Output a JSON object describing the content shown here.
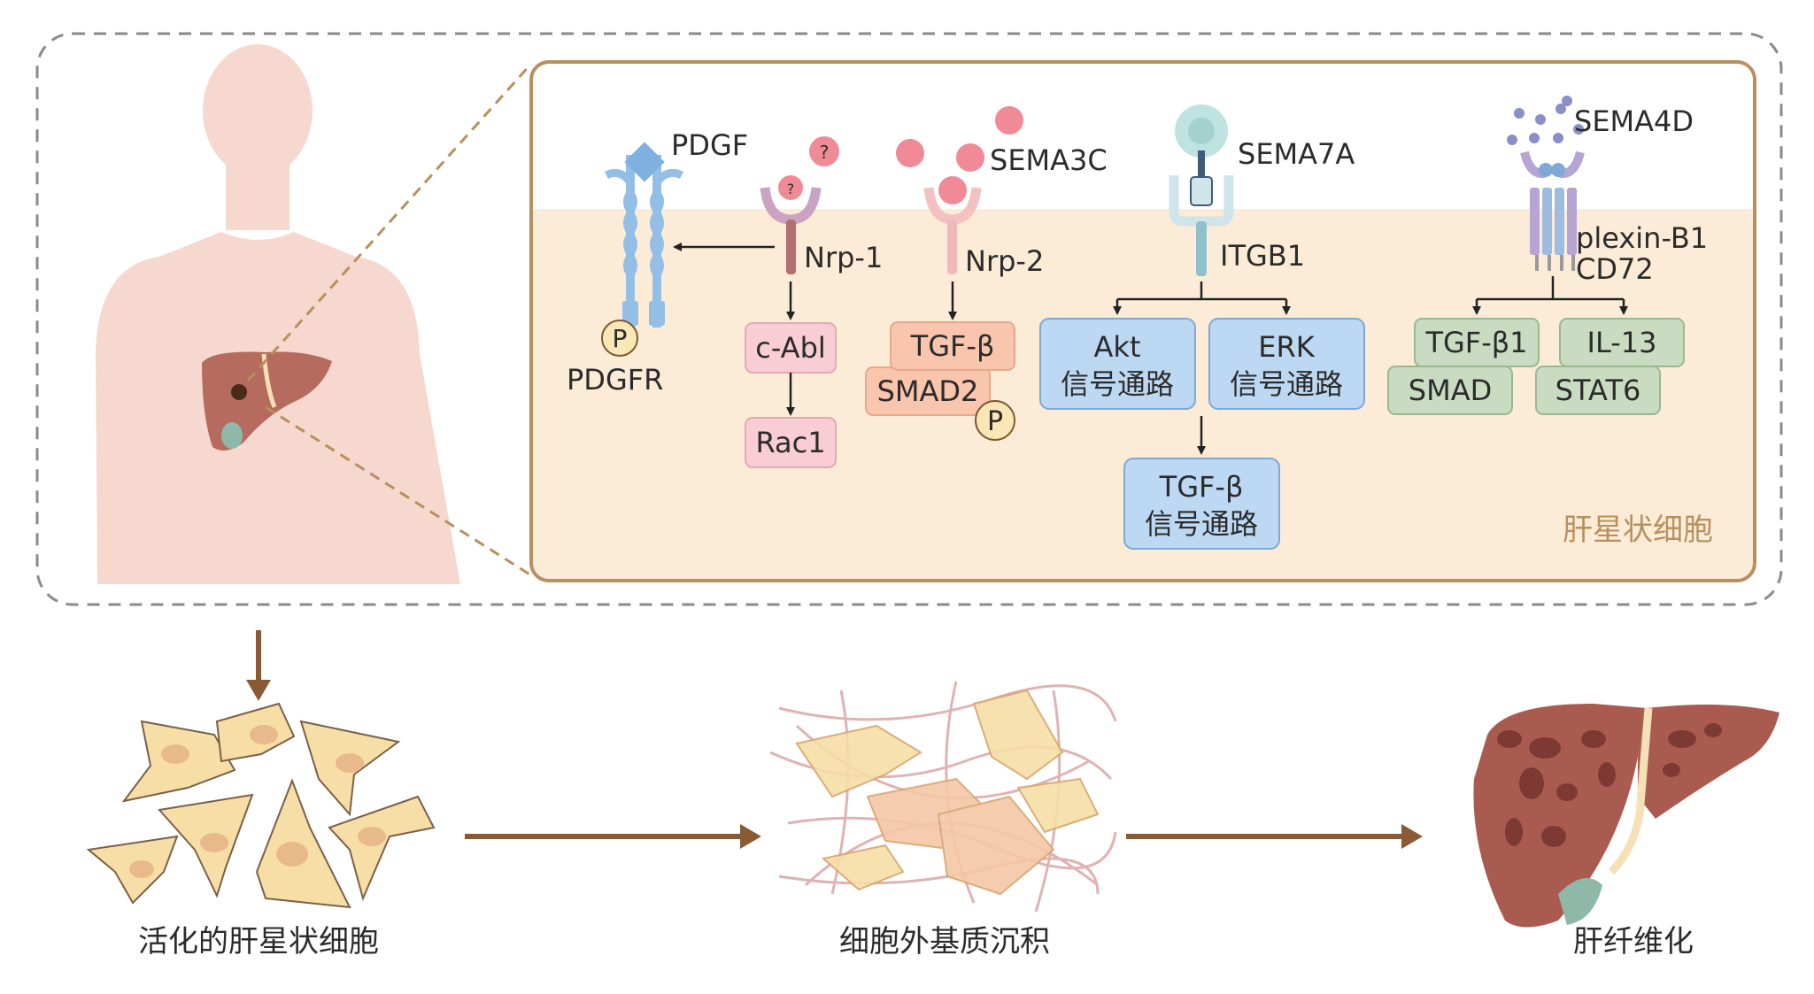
{
  "colors": {
    "skin": "#f6d8cf",
    "panel_bg": "#fcecd7",
    "panel_border": "#b8905e",
    "brown_arrow": "#8a5a35",
    "blue_receptor": "#93bfe6",
    "pink_box": "#f8cdd3",
    "orange_box": "#f9c5ac",
    "blue_box": "#bcd8f2",
    "green_box": "#c9dcc2",
    "cell_fill": "#f7dea7",
    "liver": "#a95b4f"
  },
  "icons": [
    "human-silhouette",
    "liver-icon",
    "stellate-cell-icon",
    "fibrotic-liver-icon",
    "phosphate-icon",
    "unknown-ligand-icon"
  ],
  "receptors": {
    "pdgf": "PDGF",
    "pdgfr": "PDGFR",
    "nrp1": "Nrp-1",
    "nrp2": "Nrp-2",
    "sema3c": "SEMA3C",
    "sema7a": "SEMA7A",
    "itgb1": "ITGB1",
    "sema4d": "SEMA4D",
    "plexin_b1": "plexin-B1",
    "cd72": "CD72",
    "p": "P",
    "q": "?"
  },
  "boxes": {
    "cabl": "c-Abl",
    "rac1": "Rac1",
    "tgfb": "TGF-β",
    "smad2": "SMAD2",
    "akt_1": "Akt",
    "akt_2": "信号通路",
    "erk_1": "ERK",
    "erk_2": "信号通路",
    "tgfb_path_1": "TGF-β",
    "tgfb_path_2": "信号通路",
    "tgfb1": "TGF-β1",
    "smad": "SMAD",
    "il13": "IL-13",
    "stat6": "STAT6"
  },
  "panel_label": "肝星状细胞",
  "captions": {
    "activated": "活化的肝星状细胞",
    "ecm": "细胞外基质沉积",
    "fibrosis": "肝纤维化"
  }
}
